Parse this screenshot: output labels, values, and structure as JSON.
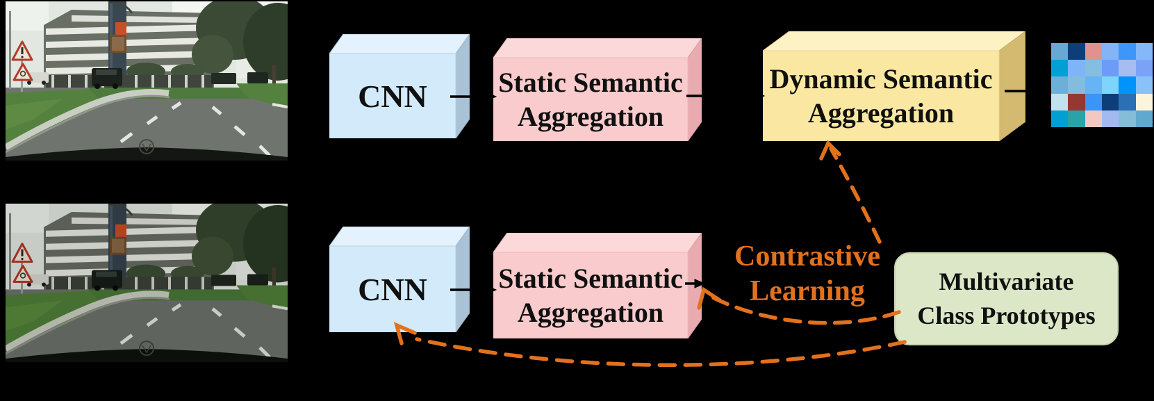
{
  "figure": {
    "background": "#000000",
    "top_row": {
      "cnn": {
        "label": "CNN"
      },
      "static_block": {
        "line1": "Static Semantic",
        "line2": "Aggregation"
      },
      "dynamic_block": {
        "line1": "Dynamic Semantic",
        "line2": "Aggregation"
      }
    },
    "bottom_row": {
      "cnn": {
        "label": "CNN"
      },
      "static_block": {
        "line1": "Static Semantic",
        "line2": "Aggregation"
      },
      "contrastive": {
        "line1": "Contrastive",
        "line2": "Learning"
      },
      "prototypes_box": {
        "line1": "Multivariate",
        "line2": "Class Prototypes"
      }
    },
    "photos": {
      "count": 2,
      "scene": "street scene with apartment building, road, warning signs"
    }
  },
  "colors": {
    "accent_orange": "#e2711d",
    "arrow_black": "#000000",
    "cnn_front": "#d3eafa",
    "cnn_top": "#e3f2fc",
    "cnn_side": "#a9c2d6",
    "static_front": "#f9cbcd",
    "static_top": "#fbd9da",
    "static_side": "#e7abb0",
    "dynamic_front": "#fae8a2",
    "dynamic_top": "#fdf2c4",
    "dynamic_side": "#d3ba70",
    "prototypes_fill": "#dbe7c6"
  },
  "feature_map": {
    "rows": 5,
    "cols": 6,
    "colors": [
      [
        "#67a9d4",
        "#0e3e79",
        "#e0938e",
        "#82b4f6",
        "#3e97f8",
        "#85b8f8"
      ],
      [
        "#00a0d4",
        "#7fb5f8",
        "#85bede",
        "#6d9cf8",
        "#a6bdf2",
        "#7aa3f8"
      ],
      [
        "#6cb0d8",
        "#84bcde",
        "#66b3f6",
        "#7fd4fa",
        "#0094fa",
        "#88c2f8"
      ],
      [
        "#c2e2f0",
        "#953832",
        "#3b95f8",
        "#0e3e79",
        "#2d6fb4",
        "#fdf4de"
      ],
      [
        "#00a0d4",
        "#2aa2aa",
        "#f2c8c0",
        "#a3b9f2",
        "#85bcd8",
        "#5fa8d0"
      ]
    ]
  }
}
